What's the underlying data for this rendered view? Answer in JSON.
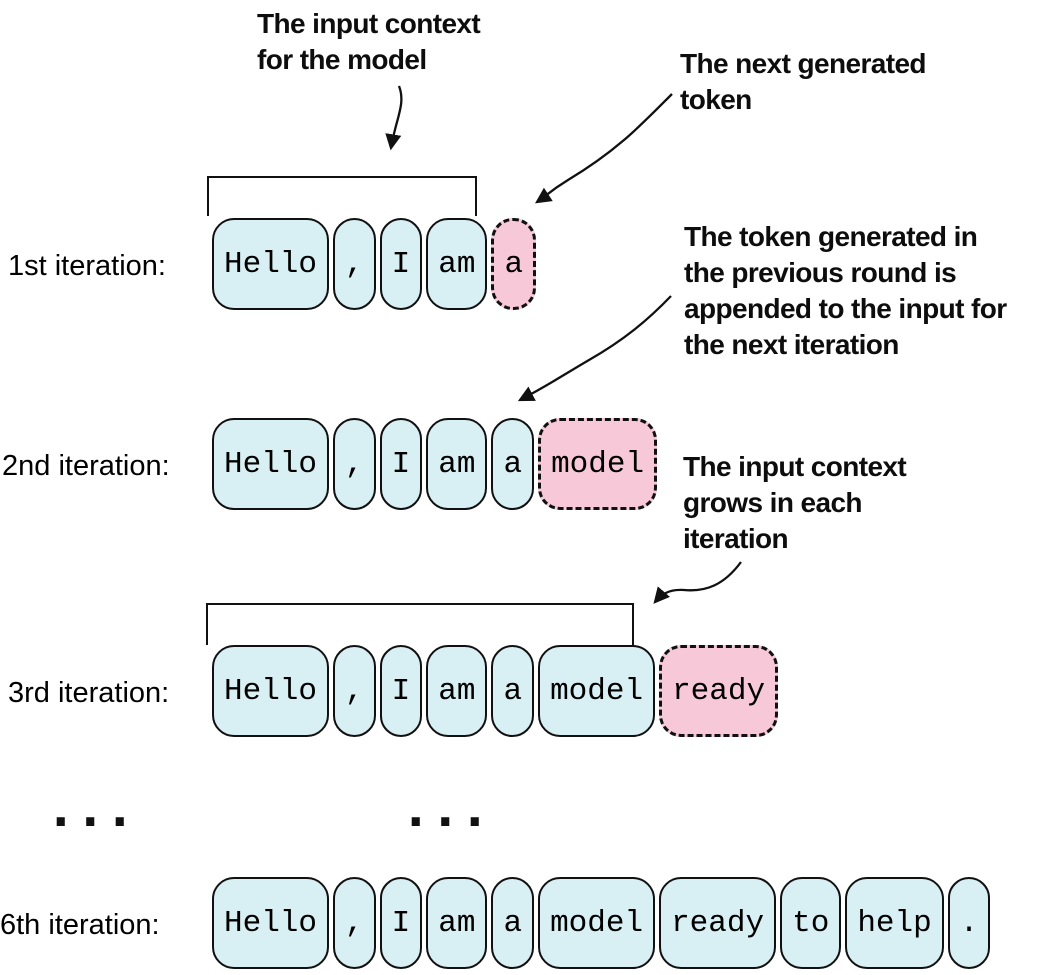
{
  "colors": {
    "token_context_fill": "#d8f0f3",
    "token_generated_fill": "#f6c8d8",
    "ink": "#111111"
  },
  "annotations": {
    "input_context": "The input context\nfor the model",
    "next_token": "The next generated\ntoken",
    "appended": "The token generated in\nthe previous round is\nappended to the input for\nthe next iteration",
    "context_grows": "The input context\ngrows in each\niteration"
  },
  "ellipsis": "...",
  "rows": [
    {
      "label": "1st iteration:",
      "tokens": [
        {
          "text": "Hello",
          "generated": false
        },
        {
          "text": ",",
          "generated": false
        },
        {
          "text": "I",
          "generated": false
        },
        {
          "text": "am",
          "generated": false
        },
        {
          "text": "a",
          "generated": true
        }
      ]
    },
    {
      "label": "2nd iteration:",
      "tokens": [
        {
          "text": "Hello",
          "generated": false
        },
        {
          "text": ",",
          "generated": false
        },
        {
          "text": "I",
          "generated": false
        },
        {
          "text": "am",
          "generated": false
        },
        {
          "text": "a",
          "generated": false
        },
        {
          "text": "model",
          "generated": true
        }
      ]
    },
    {
      "label": "3rd iteration:",
      "tokens": [
        {
          "text": "Hello",
          "generated": false
        },
        {
          "text": ",",
          "generated": false
        },
        {
          "text": "I",
          "generated": false
        },
        {
          "text": "am",
          "generated": false
        },
        {
          "text": "a",
          "generated": false
        },
        {
          "text": "model",
          "generated": false
        },
        {
          "text": "ready",
          "generated": true
        }
      ]
    },
    {
      "label": "6th iteration:",
      "tokens": [
        {
          "text": "Hello",
          "generated": false
        },
        {
          "text": ",",
          "generated": false
        },
        {
          "text": "I",
          "generated": false
        },
        {
          "text": "am",
          "generated": false
        },
        {
          "text": "a",
          "generated": false
        },
        {
          "text": "model",
          "generated": false
        },
        {
          "text": "ready",
          "generated": false
        },
        {
          "text": "to",
          "generated": false
        },
        {
          "text": "help",
          "generated": false
        },
        {
          "text": ".",
          "generated": false
        }
      ]
    }
  ]
}
